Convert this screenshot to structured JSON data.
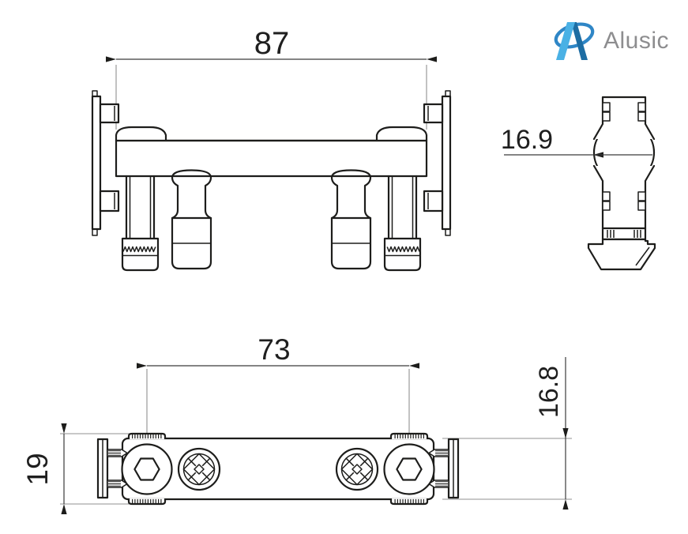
{
  "page": {
    "background_color": "#ffffff"
  },
  "logo": {
    "brand_text": "Alusic",
    "text_color": "#8d8d8f",
    "mark_colors": {
      "swoosh": "#2f86c6",
      "left_stroke": "#4ab1e5",
      "right_stroke": "#1d6da3"
    }
  },
  "drawing": {
    "outline_color": "#1d1d1b",
    "dimension_text_color": "#222222",
    "dimension_line_color": "#3a3a3a",
    "extension_line_color": "#909090",
    "views": {
      "front": {
        "dim_width": "87"
      },
      "side": {
        "dim_diameter": "16.9"
      },
      "bottom": {
        "dim_screw_spacing": "73",
        "dim_overall_height": "19",
        "dim_body_height": "16.8"
      }
    }
  }
}
